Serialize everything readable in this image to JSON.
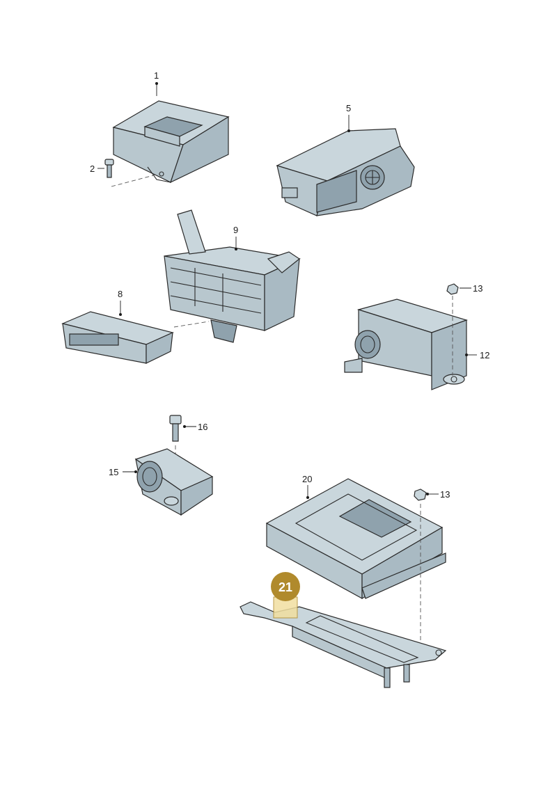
{
  "callouts": {
    "c1": "1",
    "c2": "2",
    "c5": "5",
    "c8": "8",
    "c9": "9",
    "c12": "12",
    "c13a": "13",
    "c13b": "13",
    "c15": "15",
    "c16": "16",
    "c20": "20",
    "c21": "21"
  },
  "colors": {
    "highlight_badge": "#b08a2c",
    "highlight_fill": "#f1dfa0",
    "part_body": "#b8c7ce"
  }
}
